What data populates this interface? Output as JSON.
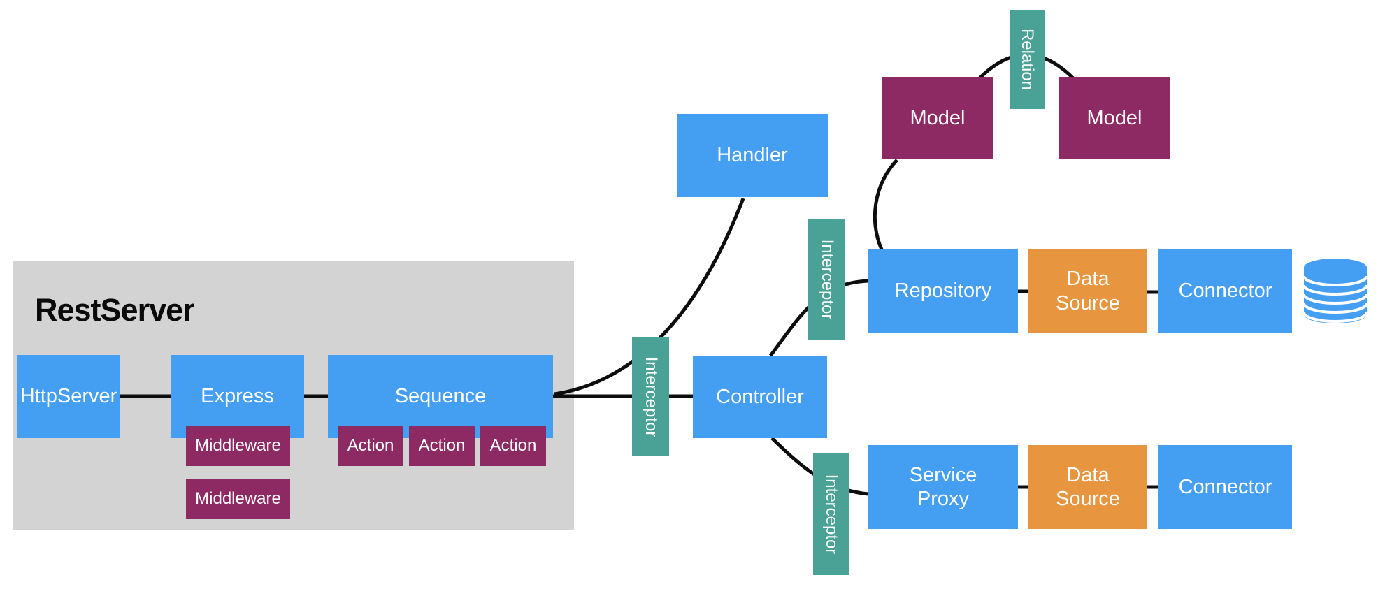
{
  "diagram": {
    "container_title": "RestServer",
    "boxes": {
      "http_server": "HttpServer",
      "express": "Express",
      "sequence": "Sequence",
      "middleware1": "Middleware",
      "middleware2": "Middleware",
      "action1": "Action",
      "action2": "Action",
      "action3": "Action",
      "handler": "Handler",
      "controller": "Controller",
      "interceptor_mid": "Interceptor",
      "interceptor_top": "Interceptor",
      "interceptor_bottom": "Interceptor",
      "relation": "Relation",
      "model_left": "Model",
      "model_right": "Model",
      "repository": "Repository",
      "data_source_top": "Data Source",
      "connector_top": "Connector",
      "service_proxy": "Service Proxy",
      "data_source_bottom": "Data Source",
      "connector_bottom": "Connector"
    },
    "icons": {
      "database": "database-cylinder-icon"
    },
    "colors": {
      "blue": "#449ef1",
      "teal": "#49a295",
      "magenta": "#8e2a63",
      "orange": "#e8953f",
      "gray": "#d3d3d3",
      "line": "#0d0d0d"
    }
  }
}
